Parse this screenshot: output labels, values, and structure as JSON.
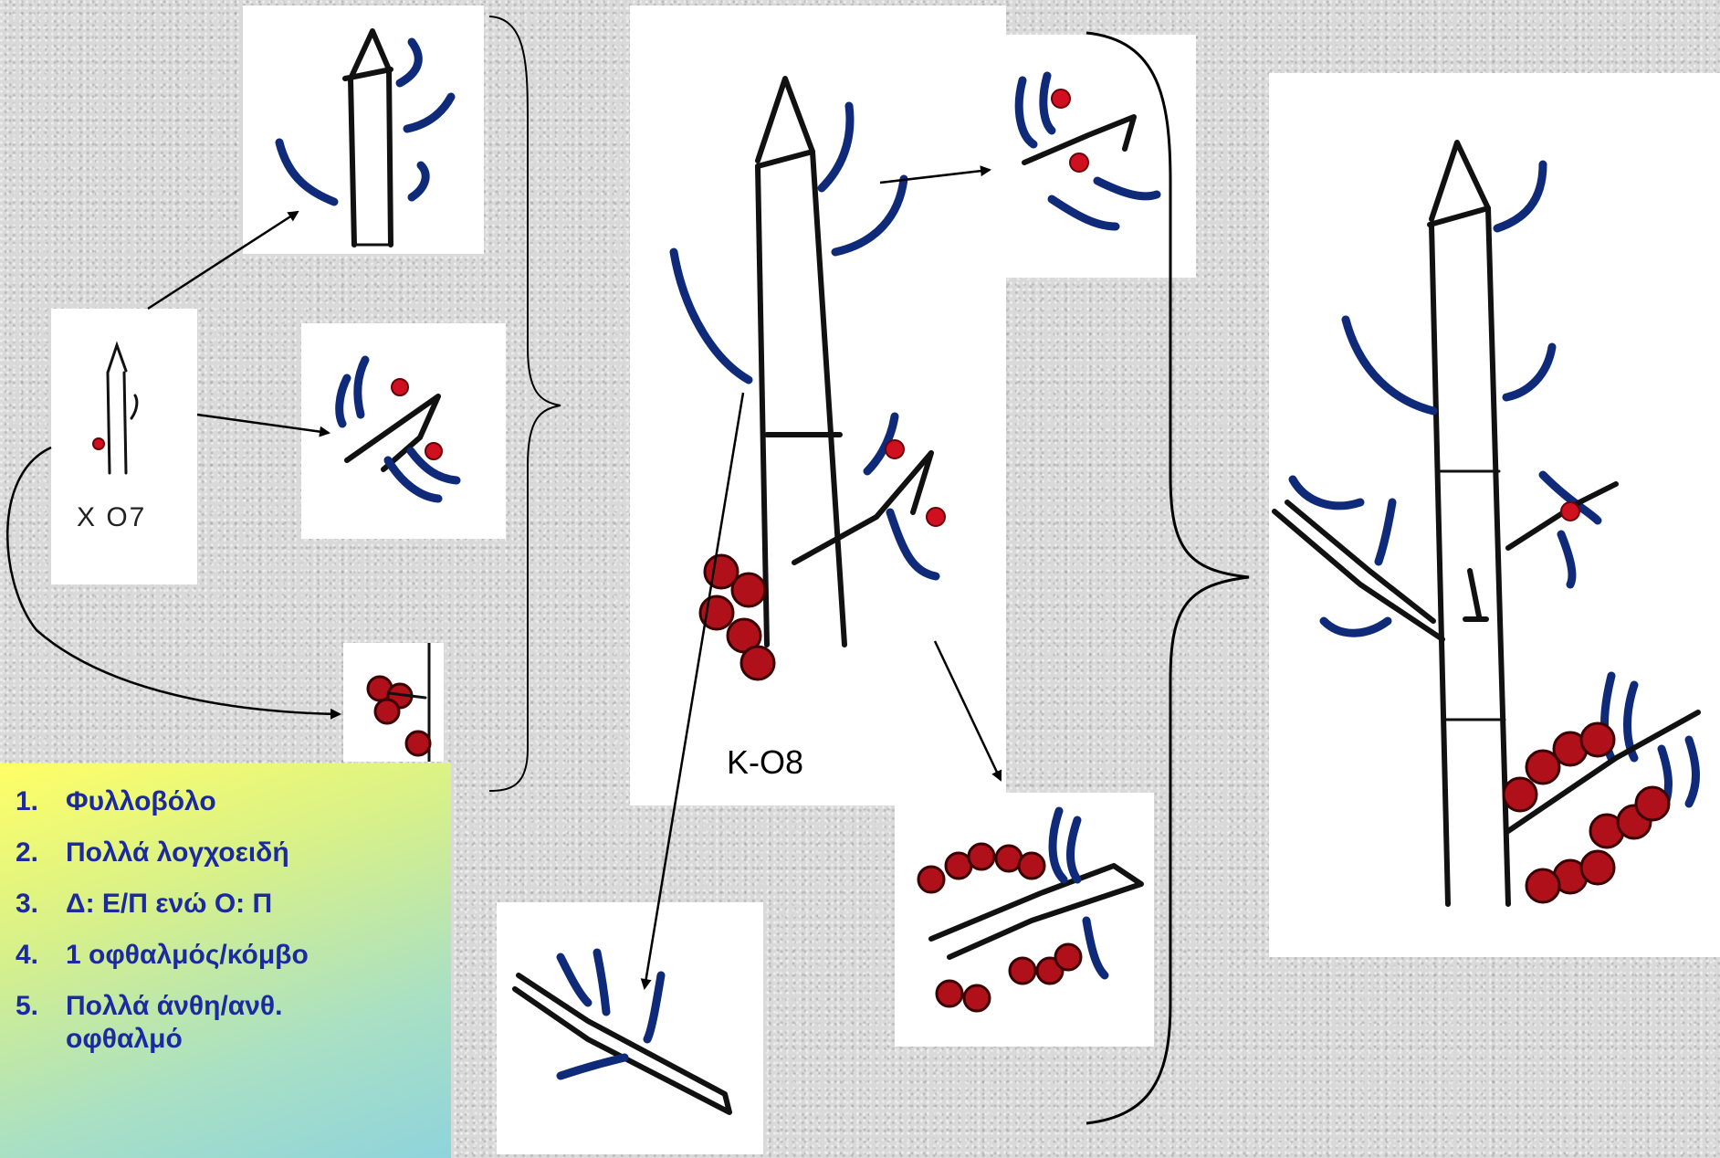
{
  "labels": {
    "small_code": "X O7",
    "main_code": "K-O8"
  },
  "legend": [
    {
      "num": "1.",
      "text": "Φυλλοβόλο"
    },
    {
      "num": "2.",
      "text": "Πολλά λογχοειδή"
    },
    {
      "num": "3.",
      "text": "Δ: Ε/Π ενώ Ο: Π"
    },
    {
      "num": "4.",
      "text": "1 οφθαλμός/κόμβο"
    },
    {
      "num": "5.",
      "text": "Πολλά άνθη/ανθ. οφθαλμό"
    }
  ],
  "colors": {
    "legend_text": "#1c2aa0",
    "branch_ink": "#111111",
    "leaf_navy": "#102a7a",
    "berry_red": "#b0101a",
    "background": "#d9d9d9"
  },
  "icons": [
    "plant-sketch",
    "leaf-cluster",
    "berry-cluster",
    "brace",
    "arrow"
  ]
}
